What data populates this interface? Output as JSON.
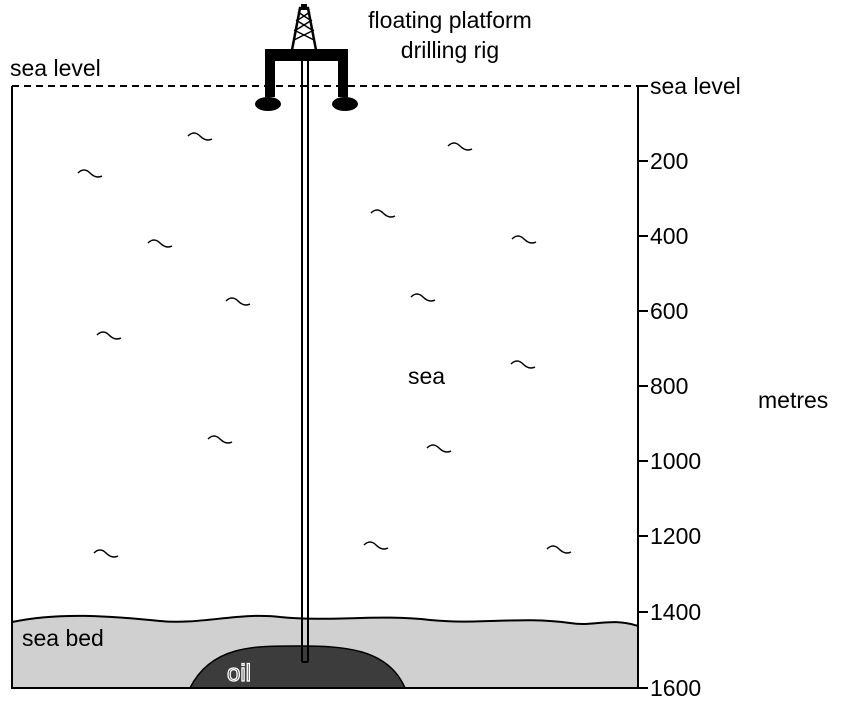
{
  "rig": {
    "label_line1": "floating platform",
    "label_line2": "drilling rig"
  },
  "labels": {
    "sea_level_left": "sea level",
    "sea_level_right": "sea level",
    "sea": "sea",
    "sea_bed": "sea bed",
    "oil": "oil"
  },
  "depth_scale": {
    "unit": "metres",
    "ticks": [
      "200",
      "400",
      "600",
      "800",
      "1000",
      "1200",
      "1400",
      "1600"
    ]
  },
  "colors": {
    "sea_bed": "#d0d0d0",
    "oil": "#3c3c3c",
    "water": "#ffffff",
    "ink": "#000000"
  }
}
